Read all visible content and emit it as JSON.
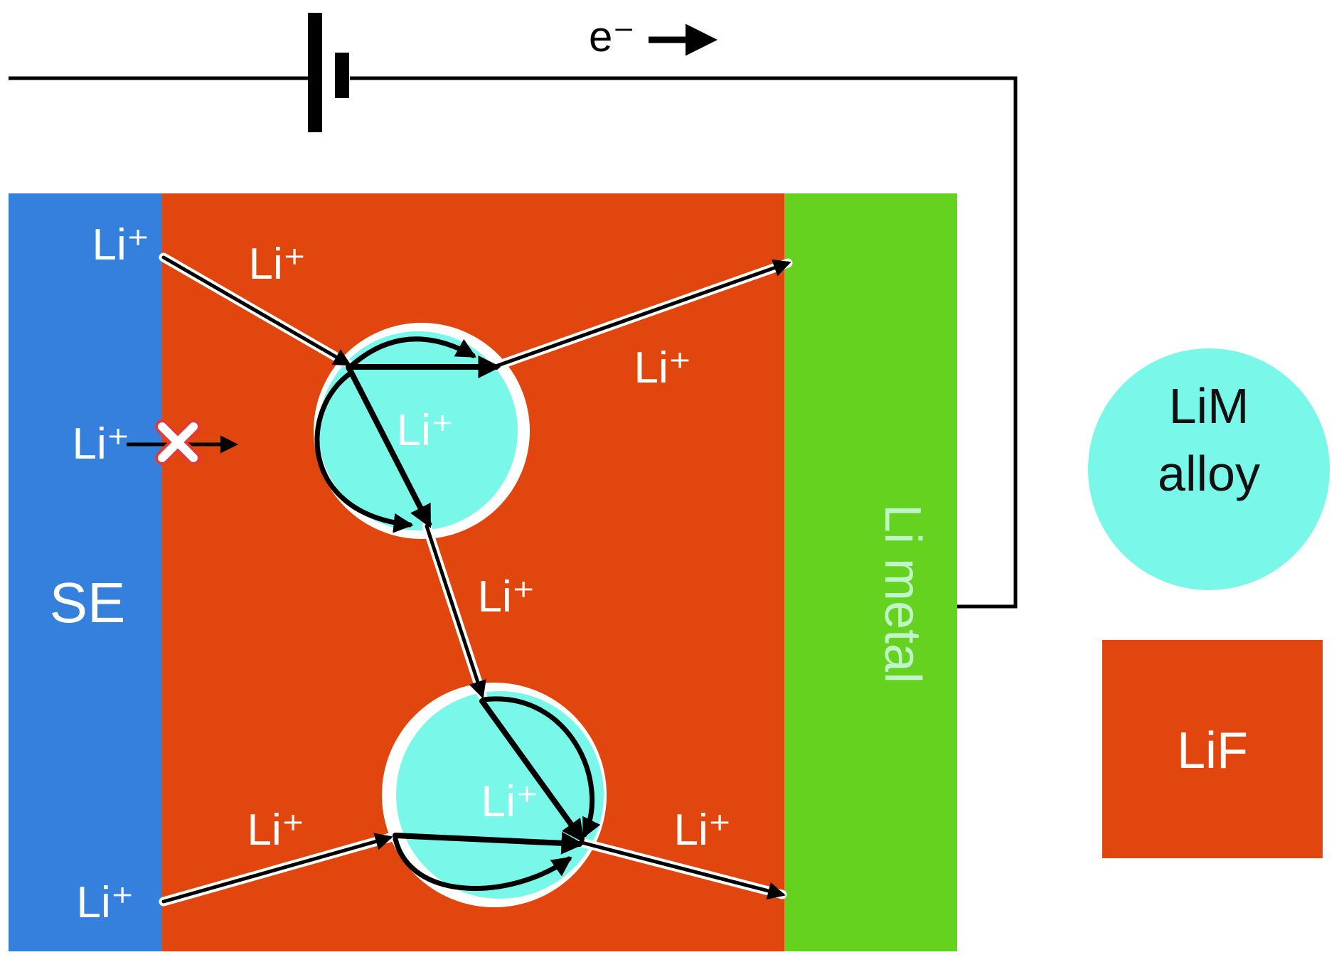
{
  "circuit": {
    "electron_label": "e⁻"
  },
  "regions": {
    "se_label": "SE",
    "li_metal_label": "Li metal"
  },
  "ion_labels": {
    "se_top": "Li⁺",
    "se_middle": "Li⁺",
    "se_bottom": "Li⁺",
    "path_upper_left": "Li⁺",
    "path_upper_right": "Li⁺",
    "particle_upper": "Li⁺",
    "path_middle": "Li⁺",
    "particle_lower": "Li⁺",
    "path_lower_left": "Li⁺",
    "path_lower_right": "Li⁺"
  },
  "legend": {
    "alloy_line1": "LiM",
    "alloy_line2": "alloy",
    "lif_label": "LiF"
  },
  "colors": {
    "se_blue": "#3580dc",
    "lif_orange": "#e2460f",
    "li_metal_green": "#64d21e",
    "alloy_cyan": "#79f7e8",
    "blocked_x": "#e53935"
  }
}
